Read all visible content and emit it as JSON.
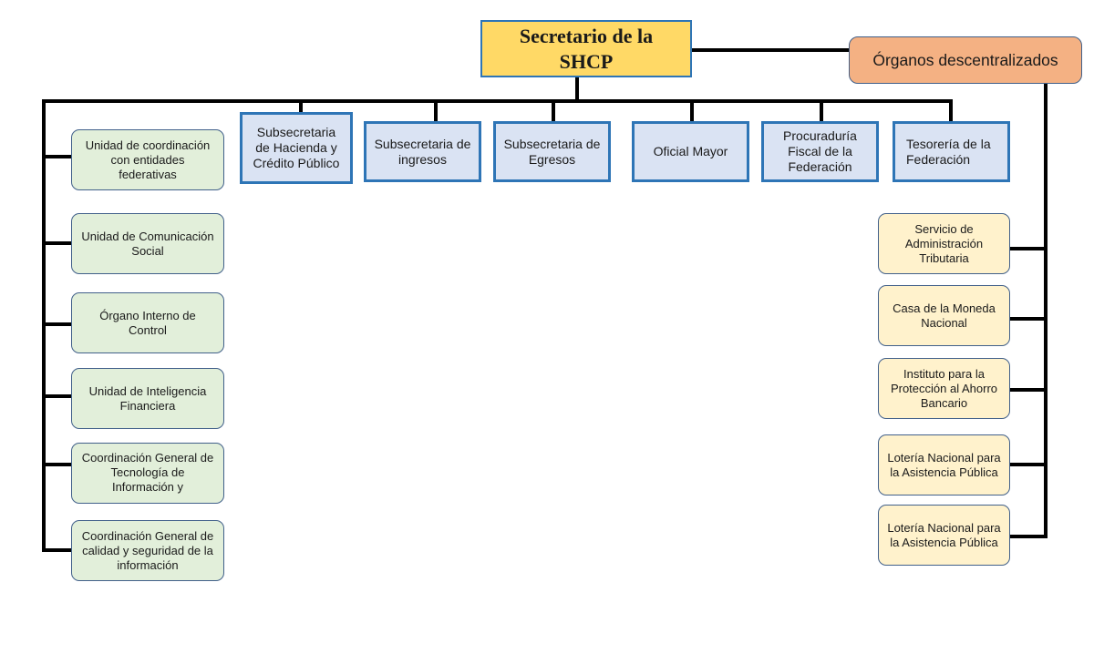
{
  "root": {
    "label": "Secretario de la SHCP"
  },
  "decentralized_header": {
    "label": "Órganos descentralizados"
  },
  "subsecretariats": [
    "Subsecretaria de Hacienda y Crédito Público",
    "Subsecretaria de ingresos",
    "Subsecretaria de Egresos",
    "Oficial Mayor",
    "Procuraduría Fiscal de la Federación",
    "Tesorería de la Federación"
  ],
  "staff_units": [
    "Unidad de coordinación con entidades federativas",
    "Unidad de Comunicación Social",
    "Órgano Interno de Control",
    "Unidad de Inteligencia Financiera",
    "Coordinación General de Tecnología de Información y",
    "Coordinación General de calidad y seguridad de la información"
  ],
  "decentralized_bodies": [
    "Servicio de Administración Tributaria",
    "Casa de la Moneda Nacional",
    "Instituto para la Protección al Ahorro Bancario",
    "Lotería Nacional para la Asistencia Pública",
    "Lotería Nacional para la Asistencia Pública"
  ],
  "colors": {
    "root_fill": "#ffd966",
    "decentralized_header_fill": "#f4b183",
    "subsecretariat_fill": "#dae3f3",
    "subsecretariat_border": "#2e75b6",
    "staff_fill": "#e2efda",
    "decentralized_fill": "#fff2cc",
    "connector": "#000000"
  }
}
